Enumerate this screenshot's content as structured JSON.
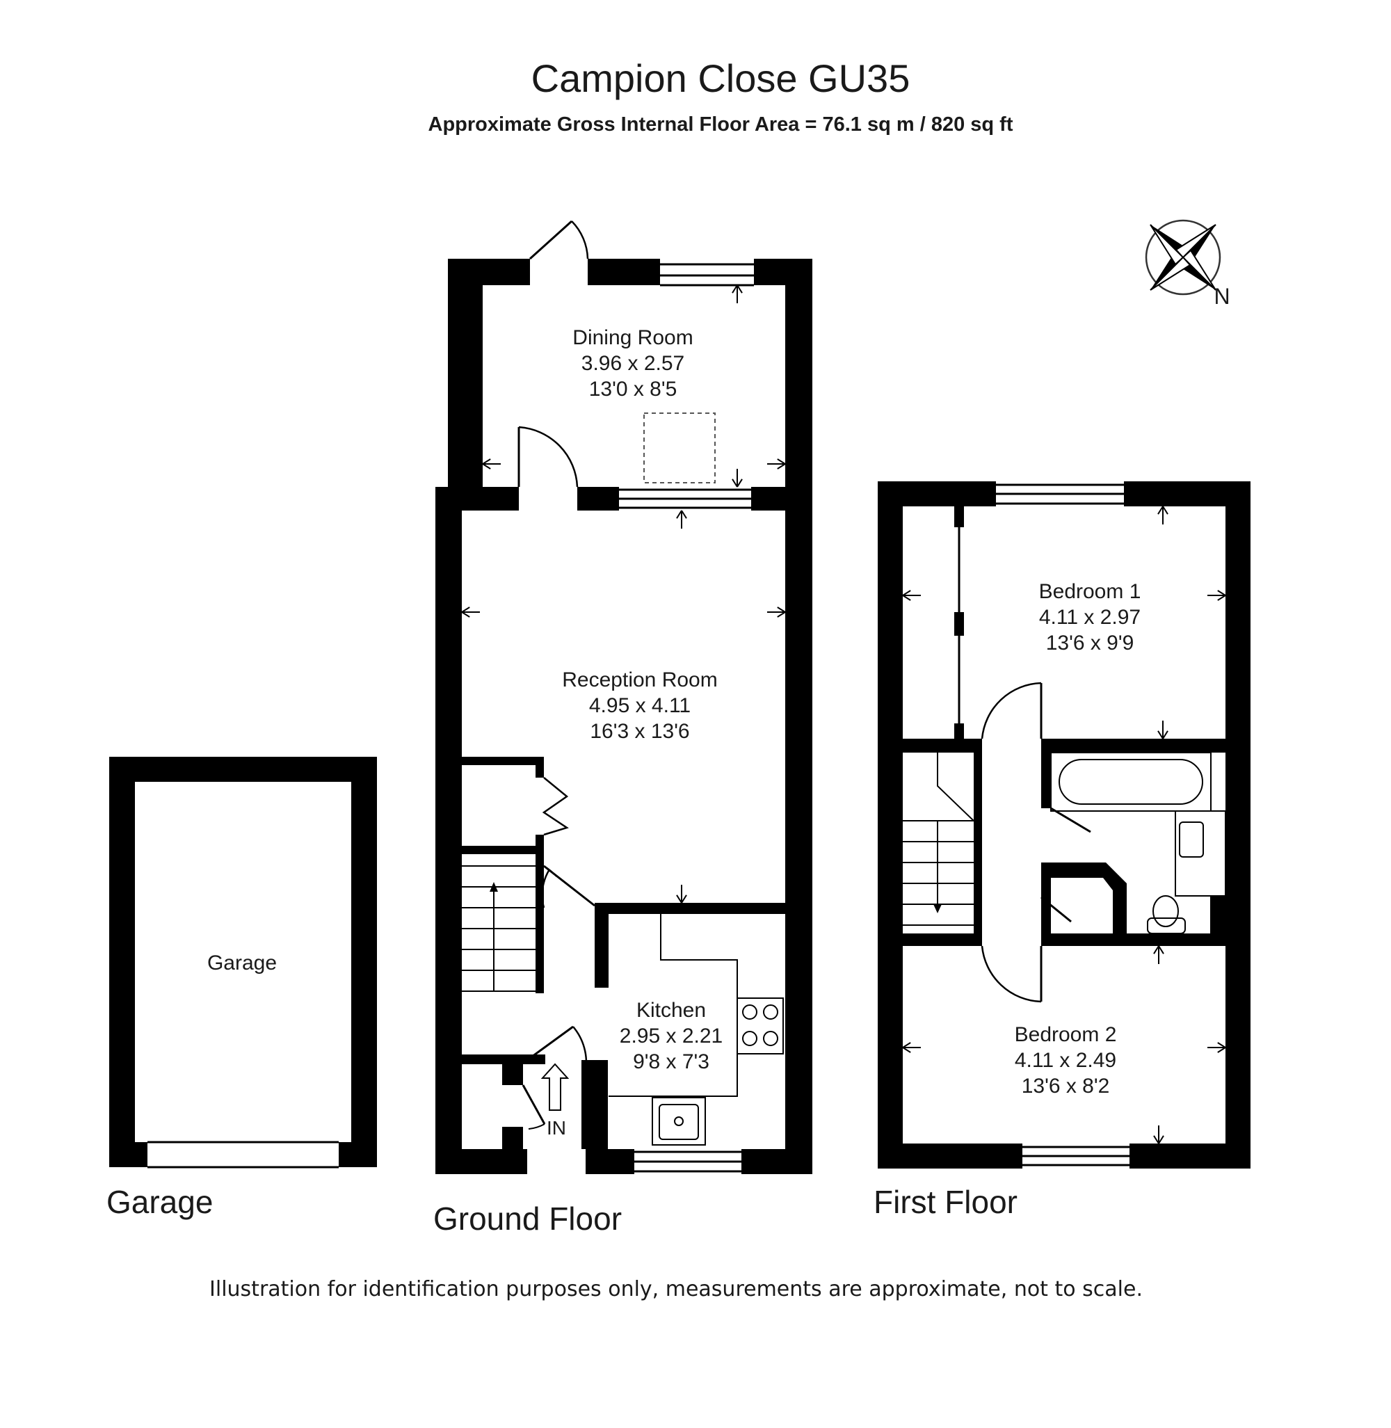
{
  "title": "Campion Close GU35",
  "subtitle": "Approximate Gross Internal Floor Area = 76.1 sq m / 820 sq ft",
  "compass": {
    "north_label": "N"
  },
  "floors": {
    "garage": "Garage",
    "ground": "Ground Floor",
    "first": "First Floor"
  },
  "rooms": {
    "garage": {
      "name": "Garage"
    },
    "dining": {
      "name": "Dining Room",
      "metric": "3.96 x 2.57",
      "imperial": "13'0 x 8'5"
    },
    "reception": {
      "name": "Reception Room",
      "metric": "4.95 x 4.11",
      "imperial": "16'3 x 13'6"
    },
    "kitchen": {
      "name": "Kitchen",
      "metric": "2.95 x 2.21",
      "imperial": "9'8 x 7'3"
    },
    "bedroom1": {
      "name": "Bedroom 1",
      "metric": "4.11 x 2.97",
      "imperial": "13'6 x 9'9"
    },
    "bedroom2": {
      "name": "Bedroom 2",
      "metric": "4.11 x 2.49",
      "imperial": "13'6 x 8'2"
    }
  },
  "entrance_label": "IN",
  "disclaimer": "Illustration for identification purposes only, measurements are approximate, not to scale.",
  "colors": {
    "wall": "#000000",
    "line": "#1a1a1a",
    "background": "#ffffff"
  }
}
